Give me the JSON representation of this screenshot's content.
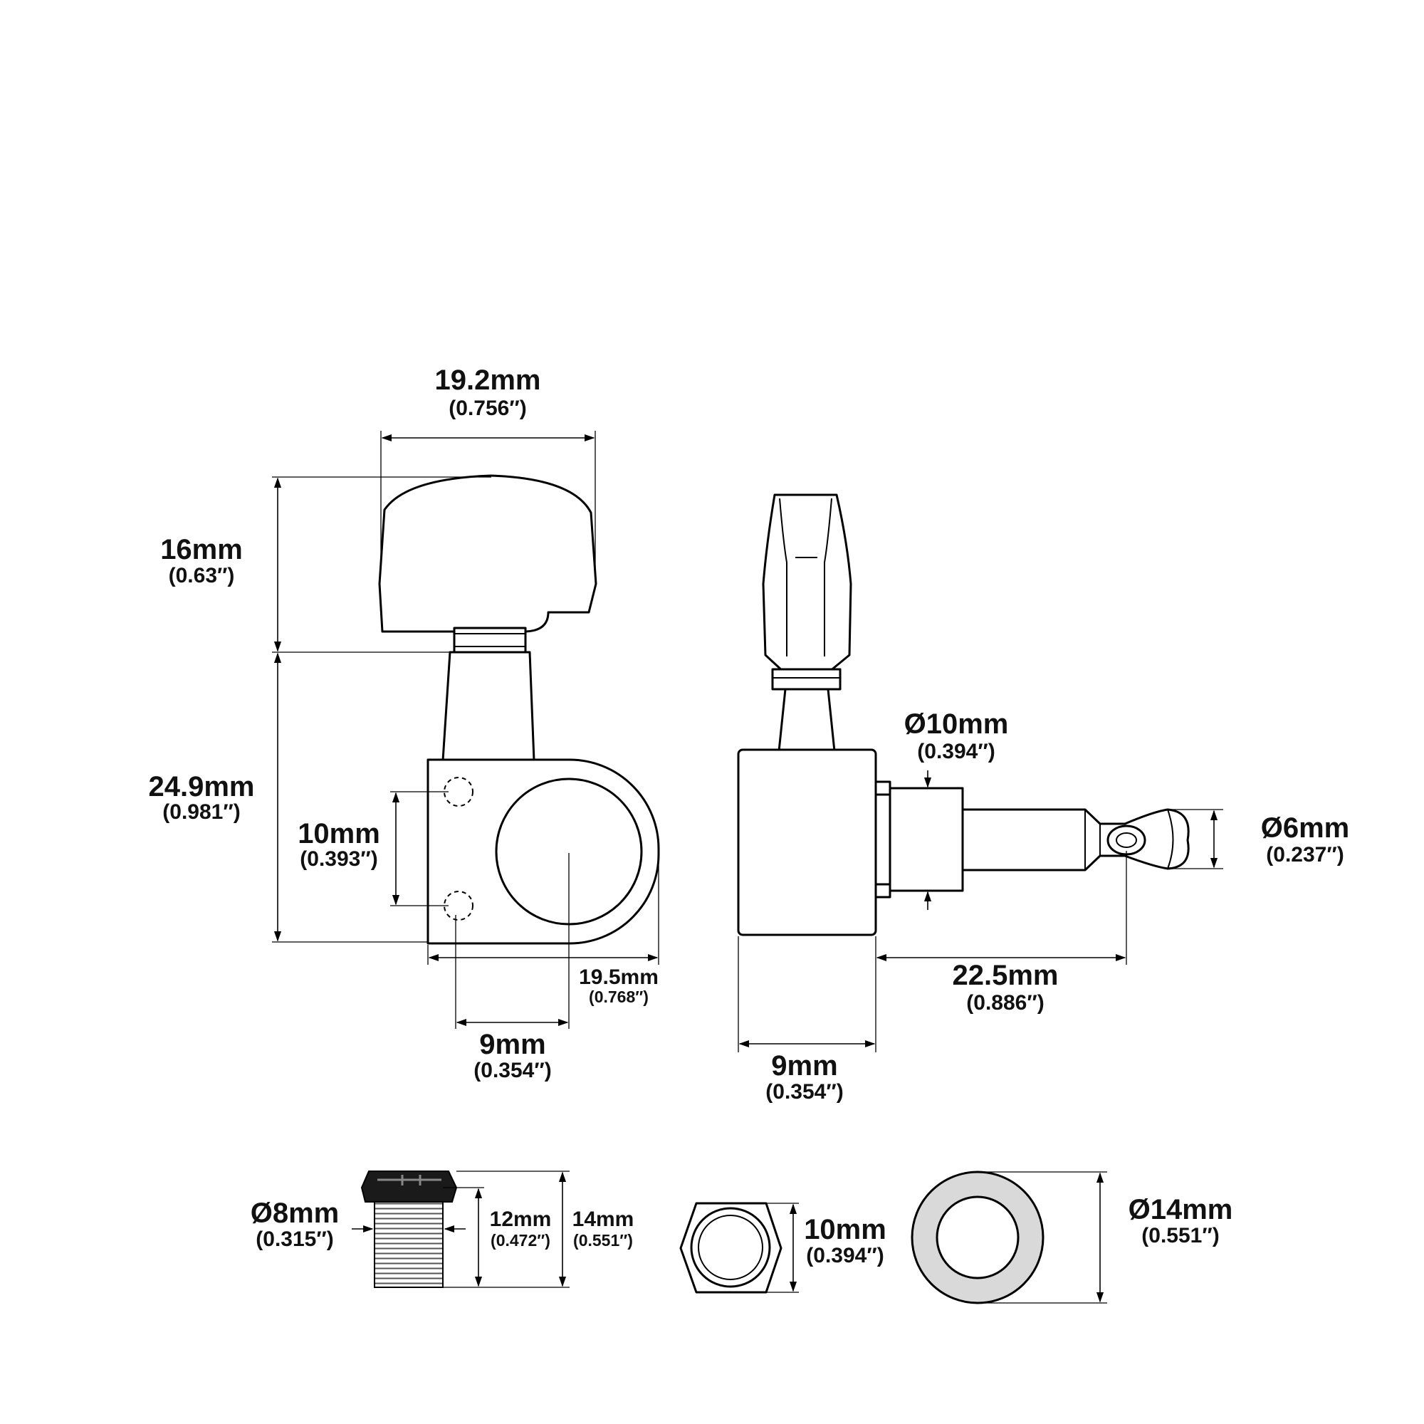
{
  "labels": {
    "top_width_mm": "19.2mm",
    "top_width_in": "(0.756″)",
    "knob_h_mm": "16mm",
    "knob_h_in": "(0.63″)",
    "body_h_mm": "24.9mm",
    "body_h_in": "(0.981″)",
    "holes_mm": "10mm",
    "holes_in": "(0.393″)",
    "housing_w_mm": "19.5mm",
    "housing_w_in": "(0.768″)",
    "hole_offset_mm": "9mm",
    "hole_offset_in": "(0.354″)",
    "bushing_dia_mm": "Ø10mm",
    "bushing_dia_in": "(0.394″)",
    "post_dia_mm": "Ø6mm",
    "post_dia_in": "(0.237″)",
    "post_len_mm": "22.5mm",
    "post_len_in": "(0.886″)",
    "side_w_mm": "9mm",
    "side_w_in": "(0.354″)",
    "thread_dia_mm": "Ø8mm",
    "thread_dia_in": "(0.315″)",
    "thread_len_mm": "12mm",
    "thread_len_in": "(0.472″)",
    "bushing_len_mm": "14mm",
    "bushing_len_in": "(0.551″)",
    "nut_mm": "10mm",
    "nut_in": "(0.394″)",
    "washer_dia_mm": "Ø14mm",
    "washer_dia_in": "(0.551″)"
  }
}
